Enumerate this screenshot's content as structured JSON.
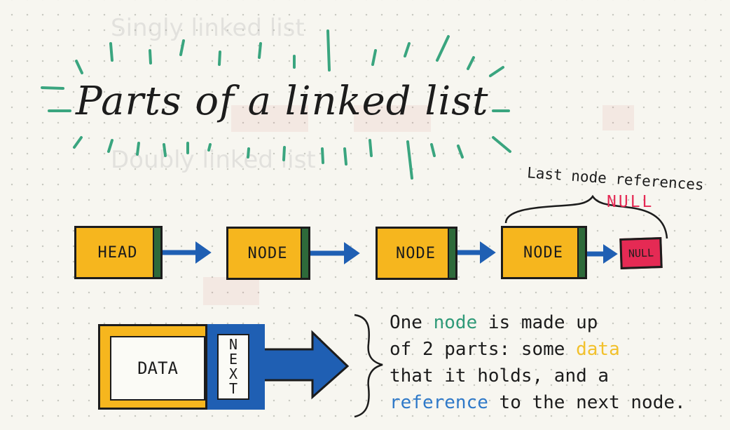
{
  "title": "Parts of a linked list",
  "list": {
    "nodes": [
      "HEAD",
      "NODE",
      "NODE",
      "NODE"
    ],
    "null_label": "NULL"
  },
  "annotation": {
    "line1": "Last node references",
    "line2": "NULL"
  },
  "detail": {
    "data_label": "DATA",
    "next_letters": [
      "N",
      "E",
      "X",
      "T"
    ]
  },
  "description": {
    "l1_a": "One ",
    "l1_b": "node",
    "l1_c": " is made up",
    "l2_a": "of 2 parts: some ",
    "l2_b": "data",
    "l3": "that it holds, and a",
    "l4_a": "reference",
    "l4_b": " to the next node."
  },
  "colors": {
    "node_fill": "#f6b61e",
    "pointer": "#2e6a3a",
    "arrow": "#1f5fb3",
    "null_fill": "#e52a54",
    "accent_green": "#2f9a78",
    "accent_yellow": "#f2c12c",
    "accent_blue": "#2f79c8"
  }
}
